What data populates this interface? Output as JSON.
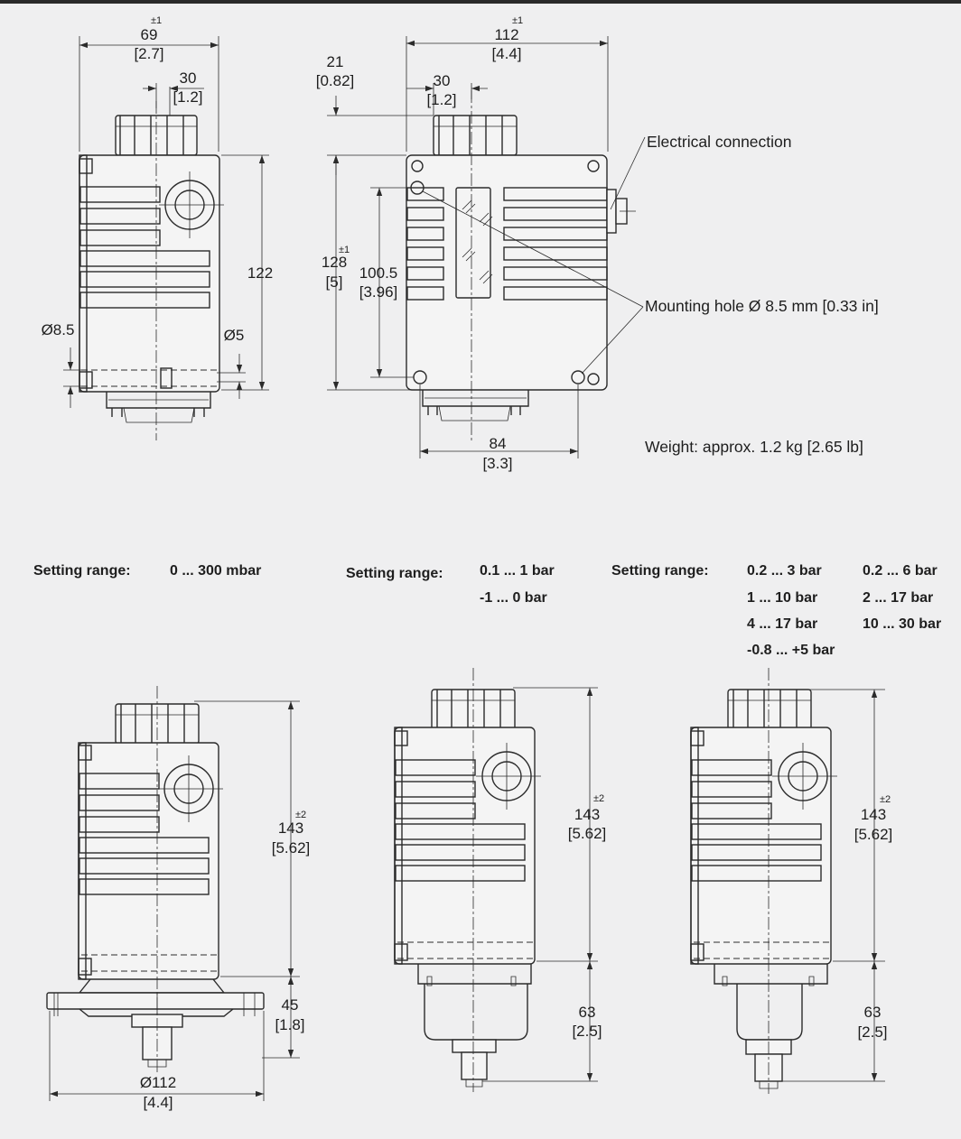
{
  "annotations": {
    "electrical_connection": "Electrical connection",
    "mounting_hole": "Mounting hole Ø 8.5 mm [0.33 in]",
    "weight": "Weight: approx. 1.2 kg [2.65 lb]"
  },
  "tolerances": {
    "pm1": "±1",
    "pm2": "±2"
  },
  "dimensions": {
    "d69": "69",
    "d69_in": "[2.7]",
    "d30": "30",
    "d30_in": "[1.2]",
    "d122": "122",
    "d_o85": "Ø8.5",
    "d_o5": "Ø5",
    "d21": "21",
    "d21_in": "[0.82]",
    "d112": "112",
    "d112_in": "[4.4]",
    "d128": "128",
    "d128_in": "[5]",
    "d1005": "100.5",
    "d1005_in": "[3.96]",
    "d84": "84",
    "d84_in": "[3.3]",
    "d143": "143",
    "d143_in": "[5.62]",
    "d45": "45",
    "d45_in": "[1.8]",
    "d_o112": "Ø112",
    "d_o112_in": "[4.4]",
    "d63": "63",
    "d63_in": "[2.5]"
  },
  "setting_ranges": {
    "label": "Setting range:",
    "group1": [
      "0 ... 300 mbar"
    ],
    "group2": [
      "0.1 ... 1 bar",
      "-1 ... 0 bar"
    ],
    "group3_col1": [
      "0.2 ... 3 bar",
      "1 ... 10 bar",
      "4 ... 17 bar",
      "-0.8 ... +5 bar"
    ],
    "group3_col2": [
      "0.2 ... 6 bar",
      "2 ... 17 bar",
      "10 ... 30 bar"
    ]
  }
}
